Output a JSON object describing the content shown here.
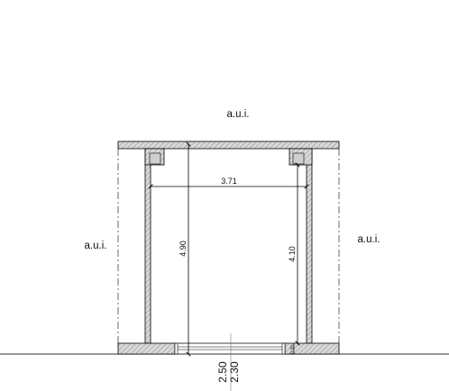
{
  "labels": {
    "top": "a.u.i.",
    "left": "a.u.i.",
    "right": "a.u.i."
  },
  "dimensions": {
    "inner_width": "3.71",
    "total_height": "4.90",
    "inner_height": "4.10",
    "small_base": "0.30",
    "bottom_upper": "2.50",
    "bottom_lower": "2.30"
  }
}
